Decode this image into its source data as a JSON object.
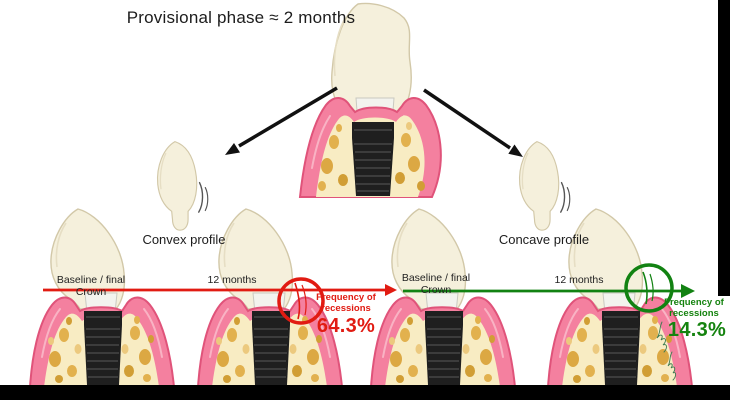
{
  "canvas": {
    "background": "#ffffff",
    "frame_color": "#000000"
  },
  "title": "Provisional phase ≈ 2 months",
  "branches": {
    "convex": {
      "label": "Convex profile"
    },
    "concave": {
      "label": "Concave profile"
    }
  },
  "timeline": {
    "baseline_label": "Baseline / final Crown",
    "followup_label": "12 months"
  },
  "results": {
    "convex": {
      "caption": "Frequency of recessions",
      "value": "64.3%",
      "color": "#e11b12"
    },
    "concave": {
      "caption": "Frequency of recessions",
      "value": "14.3%",
      "color": "#15830f"
    }
  },
  "illustration_palette": {
    "gum_pink": "#f4809f",
    "gum_outline": "#e0537a",
    "bone_cream": "#f8ecc3",
    "bone_speckle": "#dca843",
    "implant_black": "#1f1f1f",
    "tooth_ivory": "#f5f0dc",
    "arrow_black": "#111111"
  }
}
